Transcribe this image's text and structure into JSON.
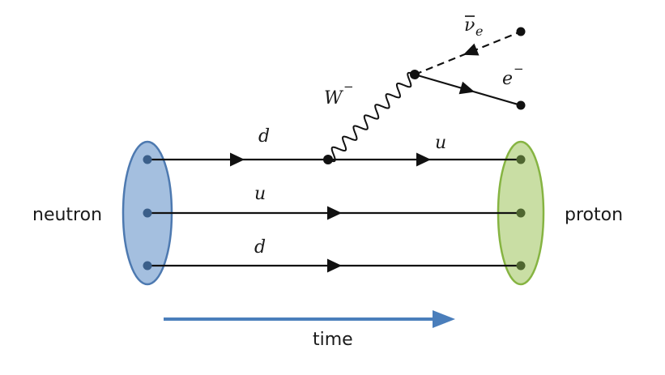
{
  "labels": {
    "left_particle": "neutron",
    "right_particle": "proton",
    "time_axis": "time"
  },
  "quarks": {
    "top_in": "d",
    "top_out": "u",
    "middle": "u",
    "bottom": "d"
  },
  "boson": {
    "symbol": "W",
    "charge": "−"
  },
  "leptons": {
    "electron_symbol": "e",
    "electron_charge": "−",
    "antineutrino_symbol": "ν",
    "antineutrino_bar": "‾",
    "antineutrino_flavor": "e"
  },
  "colors": {
    "neutron_fill": "#a4bfdf",
    "neutron_stroke": "#4d79b0",
    "proton_fill": "#c9dea4",
    "proton_stroke": "#86b442",
    "time_arrow": "#4a7ebb",
    "line": "#111111"
  }
}
